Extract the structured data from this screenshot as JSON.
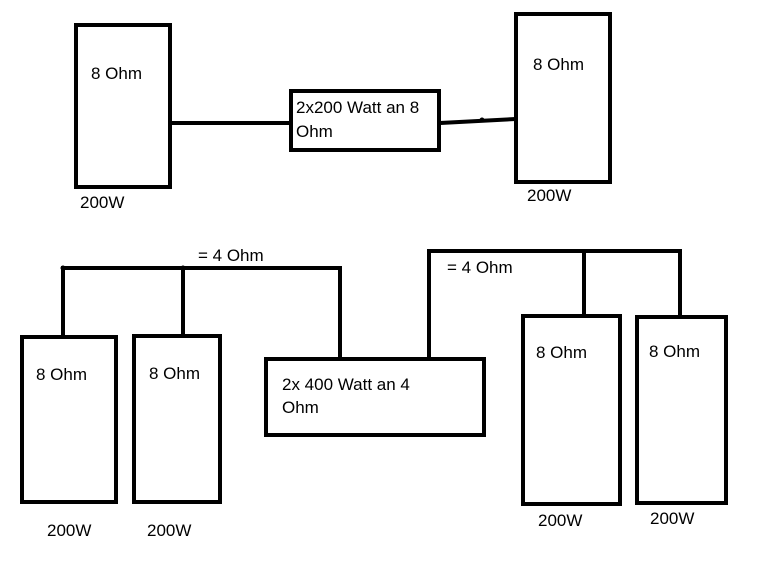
{
  "top_system": {
    "speaker_left": {
      "impedance": "8 Ohm",
      "power": "200W"
    },
    "amplifier": {
      "line1": "2x200 Watt an 8",
      "line2": "Ohm"
    },
    "speaker_right": {
      "impedance": "8 Ohm",
      "power": "200W"
    }
  },
  "bottom_system": {
    "left_group": {
      "combined_label": "= 4 Ohm",
      "speaker_1": {
        "impedance": "8 Ohm",
        "power": "200W"
      },
      "speaker_2": {
        "impedance": "8 Ohm",
        "power": "200W"
      }
    },
    "amplifier": {
      "line1": "2x 400 Watt an 4",
      "line2": "Ohm"
    },
    "right_group": {
      "combined_label": "= 4 Ohm",
      "speaker_1": {
        "impedance": "8 Ohm",
        "power": "200W"
      },
      "speaker_2": {
        "impedance": "8 Ohm",
        "power": "200W"
      }
    }
  }
}
